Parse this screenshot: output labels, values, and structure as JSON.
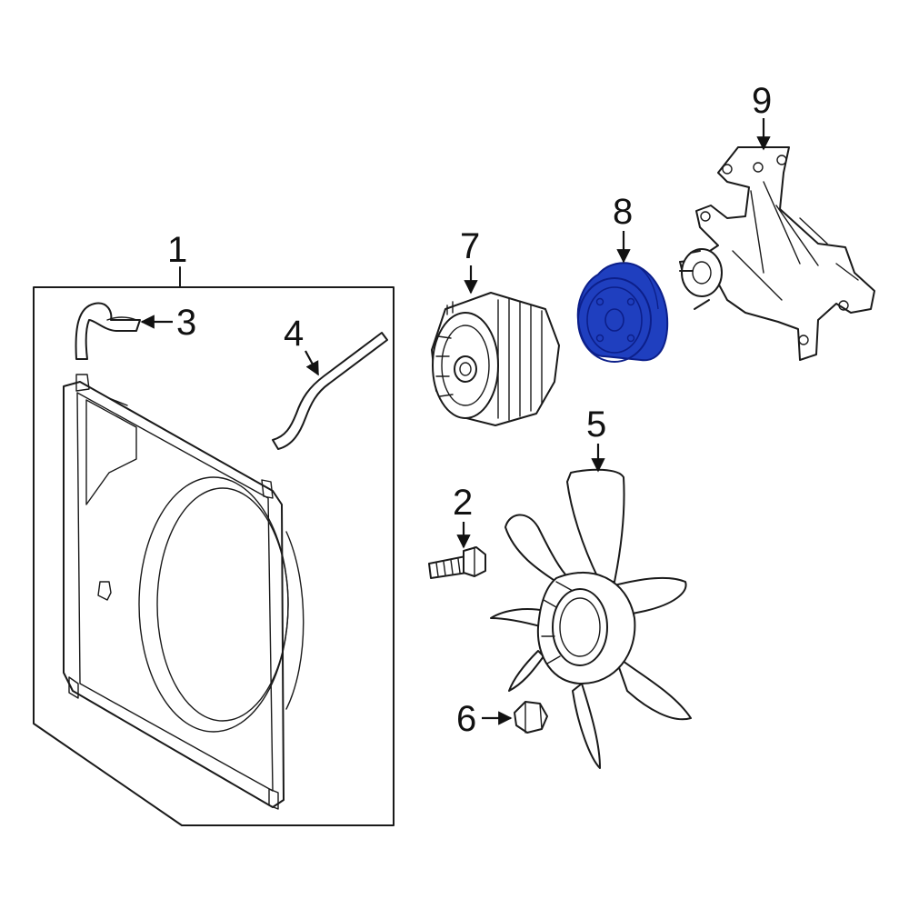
{
  "colors": {
    "line": "#1a1a1a",
    "highlight_fill": "#1f3fbf",
    "highlight_dark": "#0c1f8a",
    "background": "#ffffff"
  },
  "callouts": {
    "c1": "1",
    "c2": "2",
    "c3": "3",
    "c4": "4",
    "c5": "5",
    "c6": "6",
    "c7": "7",
    "c8": "8",
    "c9": "9"
  }
}
